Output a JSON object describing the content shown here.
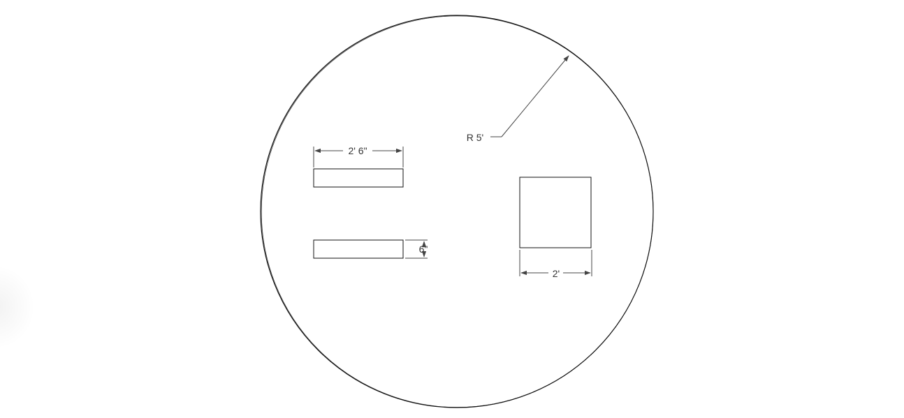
{
  "drawing": {
    "shapes": [
      {
        "name": "circular-slab",
        "kind": "circle"
      },
      {
        "name": "rect-top-left",
        "kind": "rectangle"
      },
      {
        "name": "rect-bottom-left",
        "kind": "rectangle"
      },
      {
        "name": "square-right",
        "kind": "rectangle"
      }
    ],
    "dimensions": {
      "radius": {
        "label": "R 5'"
      },
      "top_width": {
        "label": "2' 6\""
      },
      "left_height": {
        "label": "6\""
      },
      "square_width": {
        "label": "2'"
      }
    }
  },
  "colors": {
    "line": "#111111",
    "dimension": "#444444",
    "text": "#333333",
    "background": "#ffffff"
  }
}
